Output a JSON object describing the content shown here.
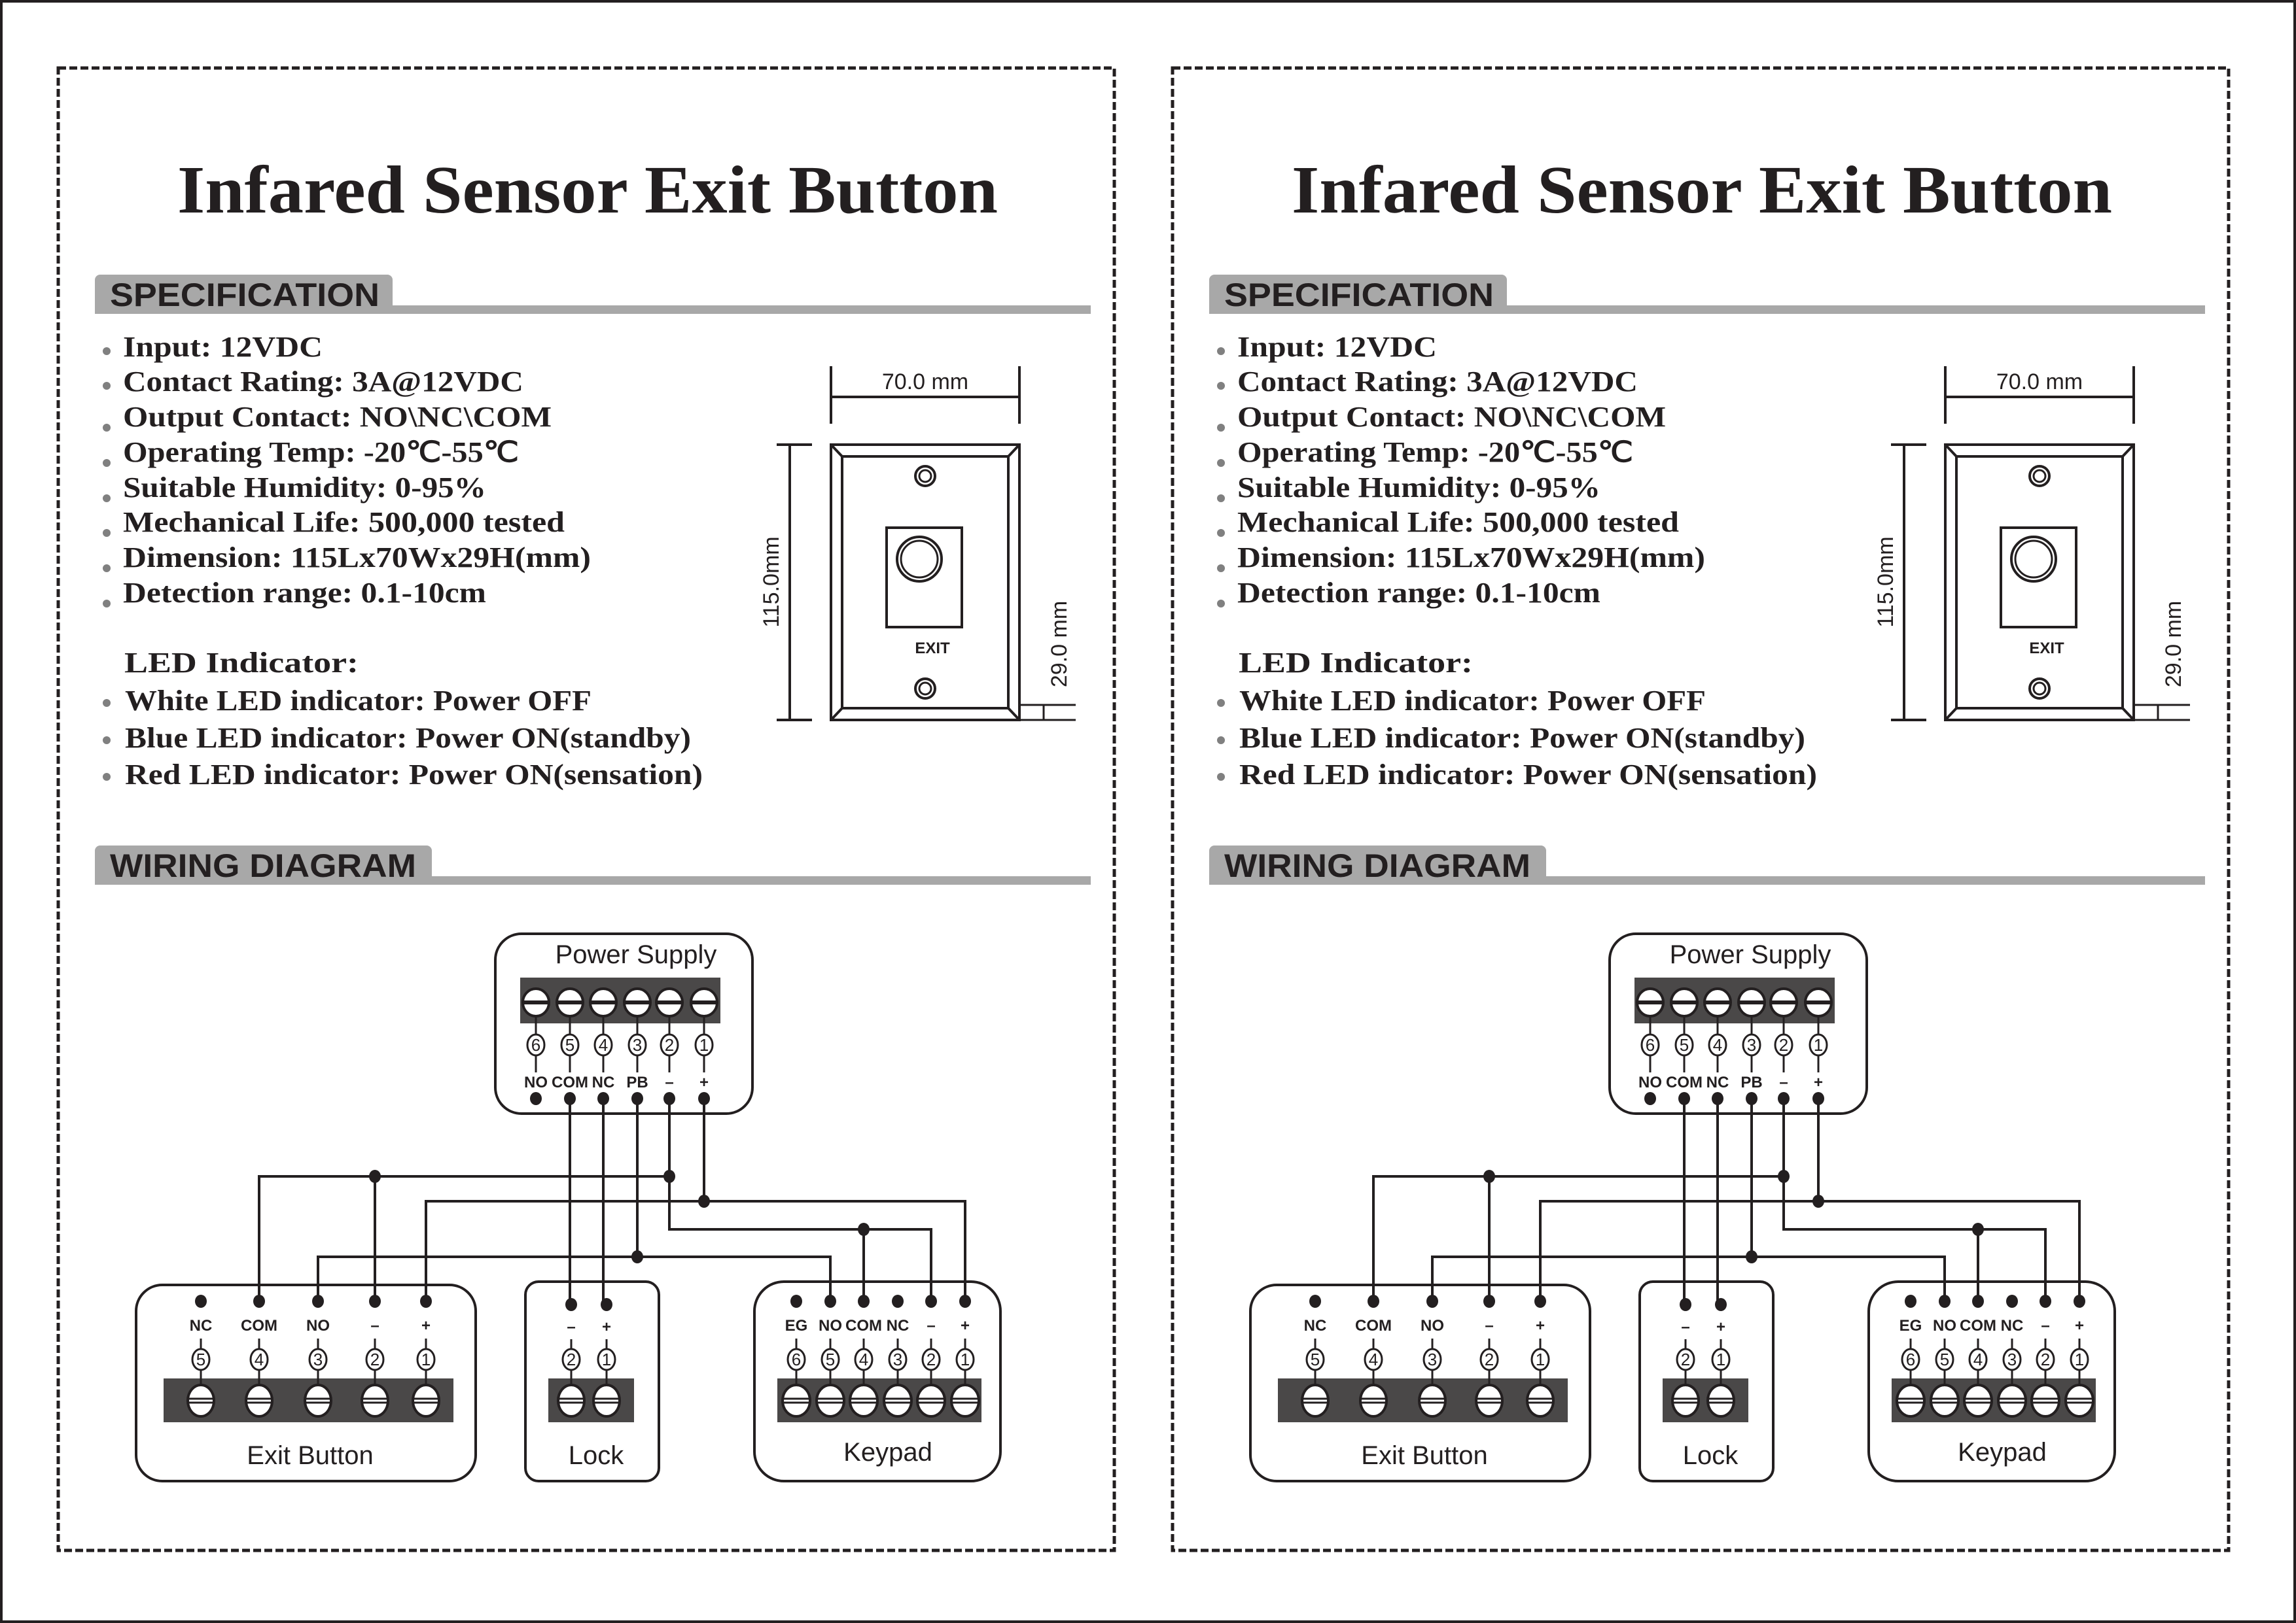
{
  "colors": {
    "ink": "#231f20",
    "header_gray": "#a8a8a8",
    "bullet_gray": "#808080",
    "terminal_strip": "#4a4848"
  },
  "panels": [
    {
      "title": "Infared Sensor Exit Button",
      "specification": {
        "header": "SPECIFICATION",
        "items": [
          "Input: 12VDC",
          "Contact Rating: 3A@12VDC",
          "Output Contact: NO\\NC\\COM",
          "Operating Temp: -20℃-55℃",
          "Suitable Humidity: 0-95%",
          "Mechanical Life: 500,000 tested",
          "Dimension: 115Lx70Wx29H(mm)",
          "Detection range: 0.1-10cm"
        ],
        "led_heading": "LED Indicator:",
        "led_items": [
          "White LED indicator: Power OFF",
          "Blue LED indicator: Power ON(standby)",
          "Red LED indicator: Power ON(sensation)"
        ]
      },
      "dimension_drawing": {
        "width_label": "70.0 mm",
        "height_label": "115.0mm",
        "depth_label": "29.0 mm",
        "button_label": "EXIT"
      },
      "wiring": {
        "header": "WIRING DIAGRAM",
        "power_supply": {
          "label": "Power Supply",
          "terminals": [
            {
              "num": "6",
              "label": "NO"
            },
            {
              "num": "5",
              "label": "COM"
            },
            {
              "num": "4",
              "label": "NC"
            },
            {
              "num": "3",
              "label": "PB"
            },
            {
              "num": "2",
              "label": "–"
            },
            {
              "num": "1",
              "label": "+"
            }
          ]
        },
        "exit_button": {
          "label": "Exit Button",
          "terminals": [
            {
              "num": "5",
              "label": "NC"
            },
            {
              "num": "4",
              "label": "COM"
            },
            {
              "num": "3",
              "label": "NO"
            },
            {
              "num": "2",
              "label": "–"
            },
            {
              "num": "1",
              "label": "+"
            }
          ]
        },
        "lock": {
          "label": "Lock",
          "terminals": [
            {
              "num": "2",
              "label": "–"
            },
            {
              "num": "1",
              "label": "+"
            }
          ]
        },
        "keypad": {
          "label": "Keypad",
          "terminals": [
            {
              "num": "6",
              "label": "EG"
            },
            {
              "num": "5",
              "label": "NO"
            },
            {
              "num": "4",
              "label": "COM"
            },
            {
              "num": "3",
              "label": "NC"
            },
            {
              "num": "2",
              "label": "–"
            },
            {
              "num": "1",
              "label": "+"
            }
          ]
        },
        "connections": [
          {
            "from": "power_supply.COM",
            "to": "lock.-"
          },
          {
            "from": "power_supply.NC",
            "to": "lock.+"
          },
          {
            "from": "power_supply.PB",
            "to": [
              "exit_button.NO",
              "keypad.NO"
            ]
          },
          {
            "from": "power_supply.-",
            "to": [
              "exit_button.COM",
              "exit_button.-",
              "keypad.COM",
              "keypad.-"
            ]
          },
          {
            "from": "power_supply.+",
            "to": [
              "exit_button.+",
              "keypad.+"
            ]
          }
        ]
      }
    },
    {
      "title": "Infared Sensor Exit Button",
      "specification": {
        "header": "SPECIFICATION",
        "items": [
          "Input: 12VDC",
          "Contact Rating: 3A@12VDC",
          "Output Contact: NO\\NC\\COM",
          "Operating Temp: -20℃-55℃",
          "Suitable Humidity: 0-95%",
          "Mechanical Life: 500,000 tested",
          "Dimension: 115Lx70Wx29H(mm)",
          "Detection range: 0.1-10cm"
        ],
        "led_heading": "LED Indicator:",
        "led_items": [
          "White LED indicator: Power OFF",
          "Blue LED indicator: Power ON(standby)",
          "Red LED indicator: Power ON(sensation)"
        ]
      },
      "dimension_drawing": {
        "width_label": "70.0 mm",
        "height_label": "115.0mm",
        "depth_label": "29.0 mm",
        "button_label": "EXIT"
      },
      "wiring": {
        "header": "WIRING DIAGRAM",
        "power_supply": {
          "label": "Power Supply",
          "terminals": [
            {
              "num": "6",
              "label": "NO"
            },
            {
              "num": "5",
              "label": "COM"
            },
            {
              "num": "4",
              "label": "NC"
            },
            {
              "num": "3",
              "label": "PB"
            },
            {
              "num": "2",
              "label": "–"
            },
            {
              "num": "1",
              "label": "+"
            }
          ]
        },
        "exit_button": {
          "label": "Exit Button",
          "terminals": [
            {
              "num": "5",
              "label": "NC"
            },
            {
              "num": "4",
              "label": "COM"
            },
            {
              "num": "3",
              "label": "NO"
            },
            {
              "num": "2",
              "label": "–"
            },
            {
              "num": "1",
              "label": "+"
            }
          ]
        },
        "lock": {
          "label": "Lock",
          "terminals": [
            {
              "num": "2",
              "label": "–"
            },
            {
              "num": "1",
              "label": "+"
            }
          ]
        },
        "keypad": {
          "label": "Keypad",
          "terminals": [
            {
              "num": "6",
              "label": "EG"
            },
            {
              "num": "5",
              "label": "NO"
            },
            {
              "num": "4",
              "label": "COM"
            },
            {
              "num": "3",
              "label": "NC"
            },
            {
              "num": "2",
              "label": "–"
            },
            {
              "num": "1",
              "label": "+"
            }
          ]
        },
        "connections": [
          {
            "from": "power_supply.COM",
            "to": "lock.-"
          },
          {
            "from": "power_supply.NC",
            "to": "lock.+"
          },
          {
            "from": "power_supply.PB",
            "to": [
              "exit_button.NO",
              "keypad.NO"
            ]
          },
          {
            "from": "power_supply.-",
            "to": [
              "exit_button.COM",
              "exit_button.-",
              "keypad.COM",
              "keypad.-"
            ]
          },
          {
            "from": "power_supply.+",
            "to": [
              "exit_button.+",
              "keypad.+"
            ]
          }
        ]
      }
    }
  ]
}
